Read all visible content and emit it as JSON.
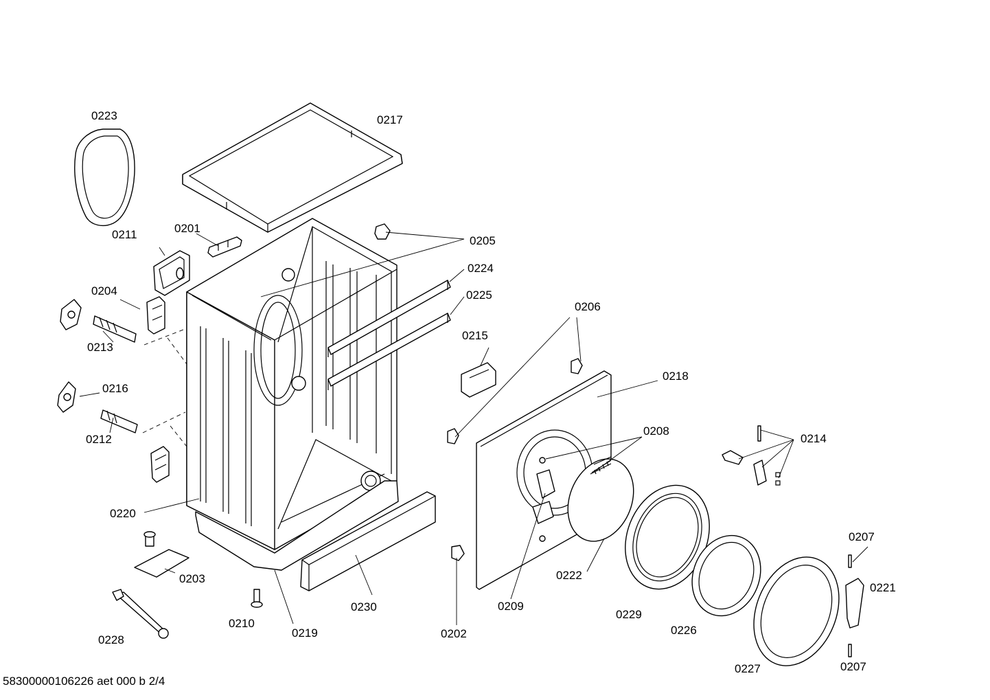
{
  "diagram": {
    "labels": [
      {
        "id": "0223",
        "text": "0223"
      },
      {
        "id": "0217",
        "text": "0217"
      },
      {
        "id": "0211",
        "text": "0211"
      },
      {
        "id": "0201",
        "text": "0201"
      },
      {
        "id": "0205",
        "text": "0205"
      },
      {
        "id": "0224",
        "text": "0224"
      },
      {
        "id": "0204",
        "text": "0204"
      },
      {
        "id": "0225",
        "text": "0225"
      },
      {
        "id": "0213",
        "text": "0213"
      },
      {
        "id": "0215",
        "text": "0215"
      },
      {
        "id": "0206",
        "text": "0206"
      },
      {
        "id": "0216",
        "text": "0216"
      },
      {
        "id": "0218",
        "text": "0218"
      },
      {
        "id": "0212",
        "text": "0212"
      },
      {
        "id": "0208",
        "text": "0208"
      },
      {
        "id": "0214",
        "text": "0214"
      },
      {
        "id": "0220",
        "text": "0220"
      },
      {
        "id": "0207a",
        "text": "0207"
      },
      {
        "id": "0203",
        "text": "0203"
      },
      {
        "id": "0222",
        "text": "0222"
      },
      {
        "id": "0221",
        "text": "0221"
      },
      {
        "id": "0230",
        "text": "0230"
      },
      {
        "id": "0209",
        "text": "0209"
      },
      {
        "id": "0229",
        "text": "0229"
      },
      {
        "id": "0210",
        "text": "0210"
      },
      {
        "id": "0219",
        "text": "0219"
      },
      {
        "id": "0202",
        "text": "0202"
      },
      {
        "id": "0226",
        "text": "0226"
      },
      {
        "id": "0228",
        "text": "0228"
      },
      {
        "id": "0227",
        "text": "0227"
      },
      {
        "id": "0207b",
        "text": "0207"
      }
    ],
    "footer": "58300000106226 aet 000 b 2/4"
  }
}
